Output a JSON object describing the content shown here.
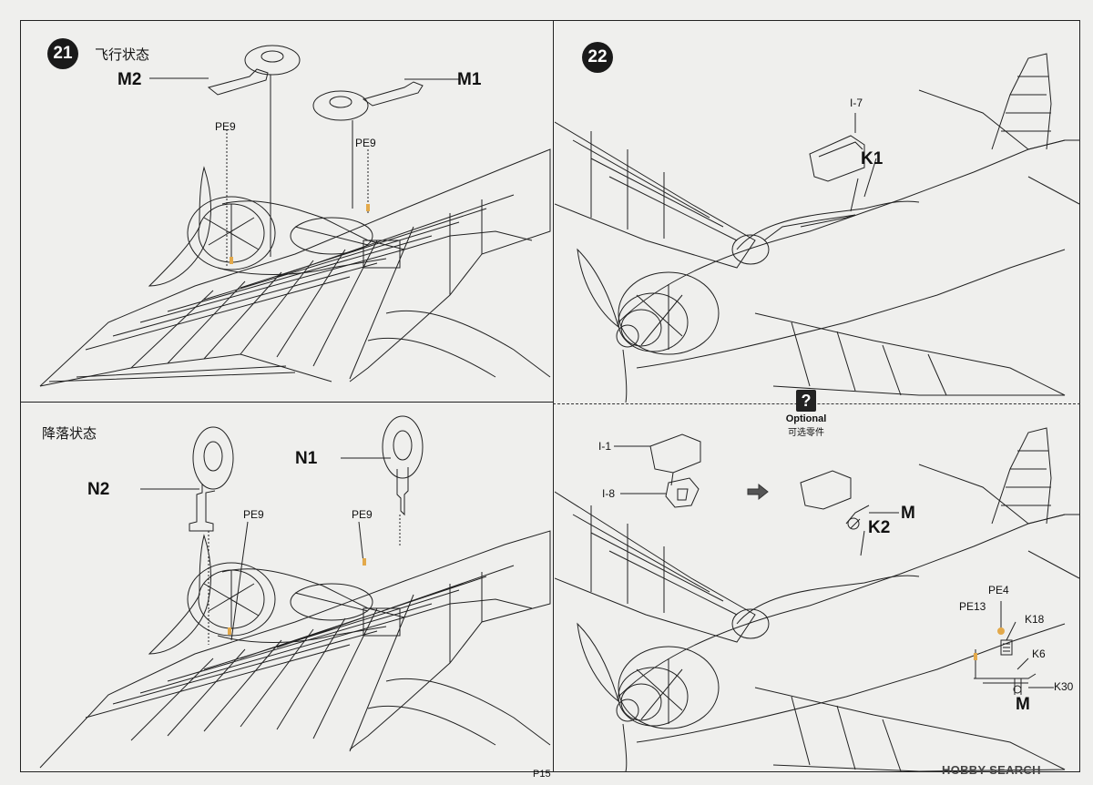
{
  "page": {
    "number": "P15",
    "watermark": "HOBBY SEARCH"
  },
  "steps": [
    {
      "number": "21",
      "upper": {
        "state": "飞行状态",
        "callouts": {
          "m2": "M2",
          "m1": "M1",
          "pe9_left": "PE9",
          "pe9_right": "PE9"
        }
      },
      "lower": {
        "state": "降落状态",
        "callouts": {
          "n2": "N2",
          "n1": "N1",
          "pe9_left": "PE9",
          "pe9_right": "PE9"
        }
      }
    },
    {
      "number": "22",
      "upper": {
        "callouts": {
          "i7": "I-7",
          "k1": "K1"
        }
      },
      "lower": {
        "optional": {
          "icon": "?",
          "label": "Optional",
          "label_cn": "可选零件"
        },
        "callouts": {
          "i1": "I-1",
          "i8": "I-8",
          "m_top": "M",
          "k2": "K2",
          "pe4": "PE4",
          "pe13": "PE13",
          "k18": "K18",
          "k6": "K6",
          "k30": "K30",
          "m_bottom": "M"
        }
      }
    }
  ],
  "colors": {
    "line": "#222222",
    "paper": "#efefed",
    "highlight": "#e3a94a"
  }
}
